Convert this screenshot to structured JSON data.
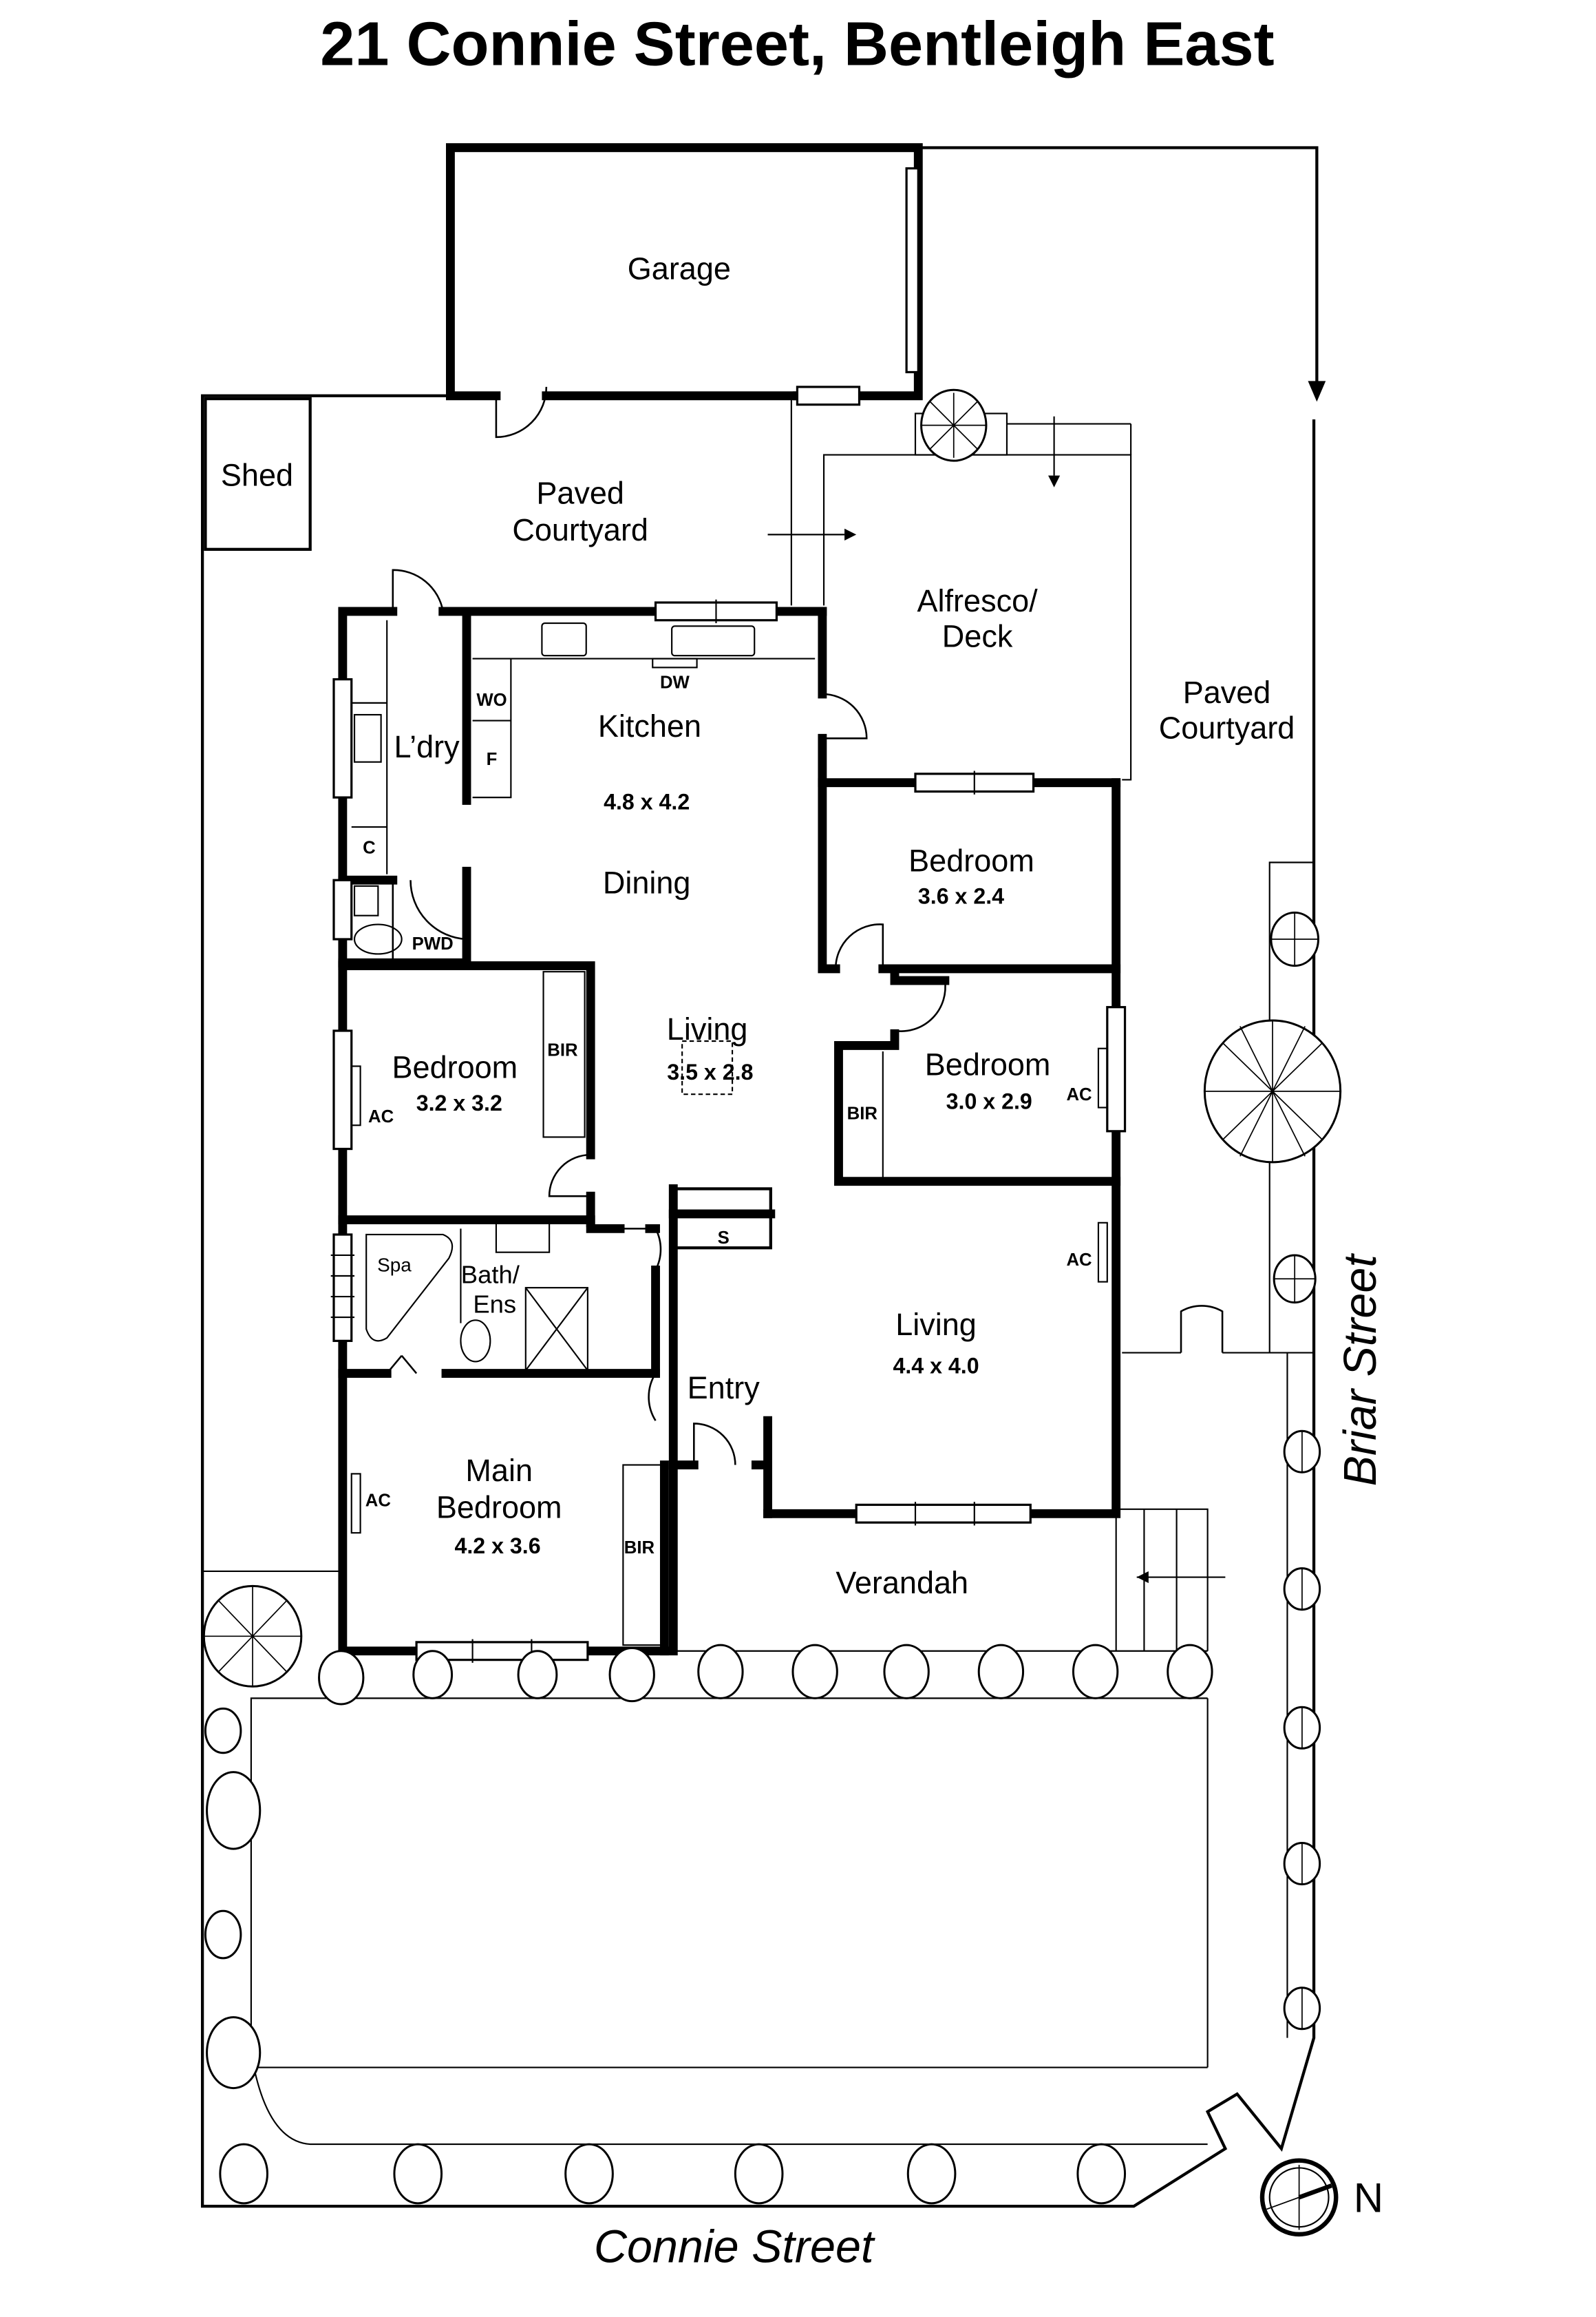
{
  "title": "21 Connie Street, Bentleigh East",
  "streets": {
    "front": "Connie  Street",
    "side": "Briar  Street"
  },
  "compass": {
    "label": "N",
    "icon": "north-compass-icon"
  },
  "rooms": {
    "garage": {
      "label": "Garage"
    },
    "shed": {
      "label": "Shed"
    },
    "paved_courtyard_rear": {
      "label_line1": "Paved",
      "label_line2": "Courtyard"
    },
    "alfresco": {
      "label_line1": "Alfresco/",
      "label_line2": "Deck"
    },
    "paved_courtyard_side": {
      "label_line1": "Paved",
      "label_line2": "Courtyard"
    },
    "kitchen": {
      "label": "Kitchen",
      "dims": "4.8 x 4.2"
    },
    "dining": {
      "label": "Dining"
    },
    "laundry": {
      "label": "L’dry"
    },
    "pwd": {
      "label": "PWD"
    },
    "bedroom_ne": {
      "label": "Bedroom",
      "dims": "3.6 x 2.4"
    },
    "living_centre": {
      "label": "Living",
      "dims": "3.5 x 2.8"
    },
    "bedroom_w": {
      "label": "Bedroom",
      "dims": "3.2 x 3.2"
    },
    "bedroom_e": {
      "label": "Bedroom",
      "dims": "3.0 x 2.9"
    },
    "bath": {
      "label_line1": "Bath/",
      "label_line2": "Ens"
    },
    "spa": {
      "label": "Spa"
    },
    "living_front": {
      "label": "Living",
      "dims": "4.4 x 4.0"
    },
    "entry": {
      "label": "Entry"
    },
    "main_bedroom": {
      "label_line1": "Main",
      "label_line2": "Bedroom",
      "dims": "4.2 x 3.6"
    },
    "verandah": {
      "label": "Verandah"
    }
  },
  "fixtures": {
    "wo": "WO",
    "f": "F",
    "dw": "DW",
    "c": "C",
    "s": "S",
    "bir": "BIR",
    "ac": "AC"
  },
  "colors": {
    "ink": "#000000",
    "paper": "#ffffff"
  }
}
